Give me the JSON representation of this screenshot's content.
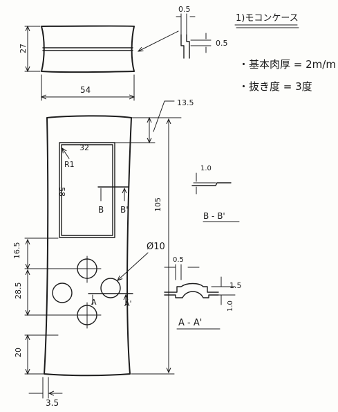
{
  "title": "1)モコンケース",
  "notes": {
    "thickness": "・基本肉厚 = 2m/m",
    "draft": "・抜き度 = 3度"
  },
  "side_view": {
    "height": "27",
    "width": "54"
  },
  "top_detail": {
    "gap_width": "0.5",
    "step": "0.5"
  },
  "front_view": {
    "top_offset": "13.5",
    "total_height": "105",
    "window_width": "32",
    "window_height": "58",
    "corner_radius": "R1",
    "section_b_left": "B",
    "section_b_right": "B'",
    "section_a_left": "A",
    "section_a_right": "A'",
    "button_offset": "16.5",
    "button_spacing": "28.5",
    "button_diameter": "Ø10",
    "bottom_offset": "20",
    "edge_offset": "3.5"
  },
  "section_bb": {
    "step": "1.0",
    "label": "B - B'"
  },
  "section_aa": {
    "top_gap": "0.5",
    "height": "1.5",
    "depth": "1.0",
    "label": "A - A'"
  }
}
